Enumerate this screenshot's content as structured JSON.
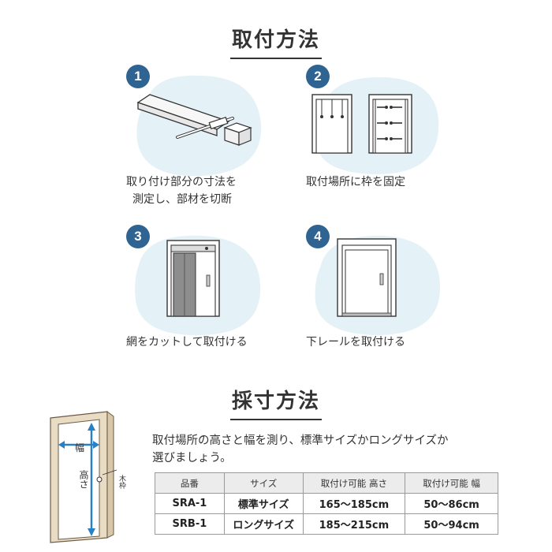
{
  "install": {
    "title": "取付方法",
    "steps": [
      {
        "number": "1",
        "caption_lines": [
          "取り付け部分の寸法を",
          "測定し、部材を切断"
        ]
      },
      {
        "number": "2",
        "caption_lines": [
          "取付場所に枠を固定",
          ""
        ]
      },
      {
        "number": "3",
        "caption_lines": [
          "網をカットして取付ける",
          ""
        ]
      },
      {
        "number": "4",
        "caption_lines": [
          "下レールを取付ける",
          ""
        ]
      }
    ]
  },
  "measure": {
    "title": "採寸方法",
    "illustration_labels": {
      "width": "幅",
      "height": "高さ",
      "frame": "木枠"
    },
    "intro_lines": [
      "取付場所の高さと幅を測り、標準サイズかロングサイズか",
      "選びましょう。"
    ],
    "table": {
      "headers": [
        "品番",
        "サイズ",
        "取付け可能 高さ",
        "取付け可能 幅"
      ],
      "rows": [
        [
          "SRA-1",
          "標準サイズ",
          "165〜185cm",
          "50〜86cm"
        ],
        [
          "SRB-1",
          "ロングサイズ",
          "185〜215cm",
          "50〜94cm"
        ]
      ]
    }
  },
  "colors": {
    "badge": "#2f6391",
    "blob": "#e4f1f6",
    "arrow": "#2a80c4",
    "frame": "#e9dcc5"
  },
  "icons": [
    "step-number-badge",
    "saw-cut-illustration",
    "frame-fix-illustration",
    "net-install-illustration",
    "rail-install-illustration",
    "door-frame-measure-illustration"
  ]
}
